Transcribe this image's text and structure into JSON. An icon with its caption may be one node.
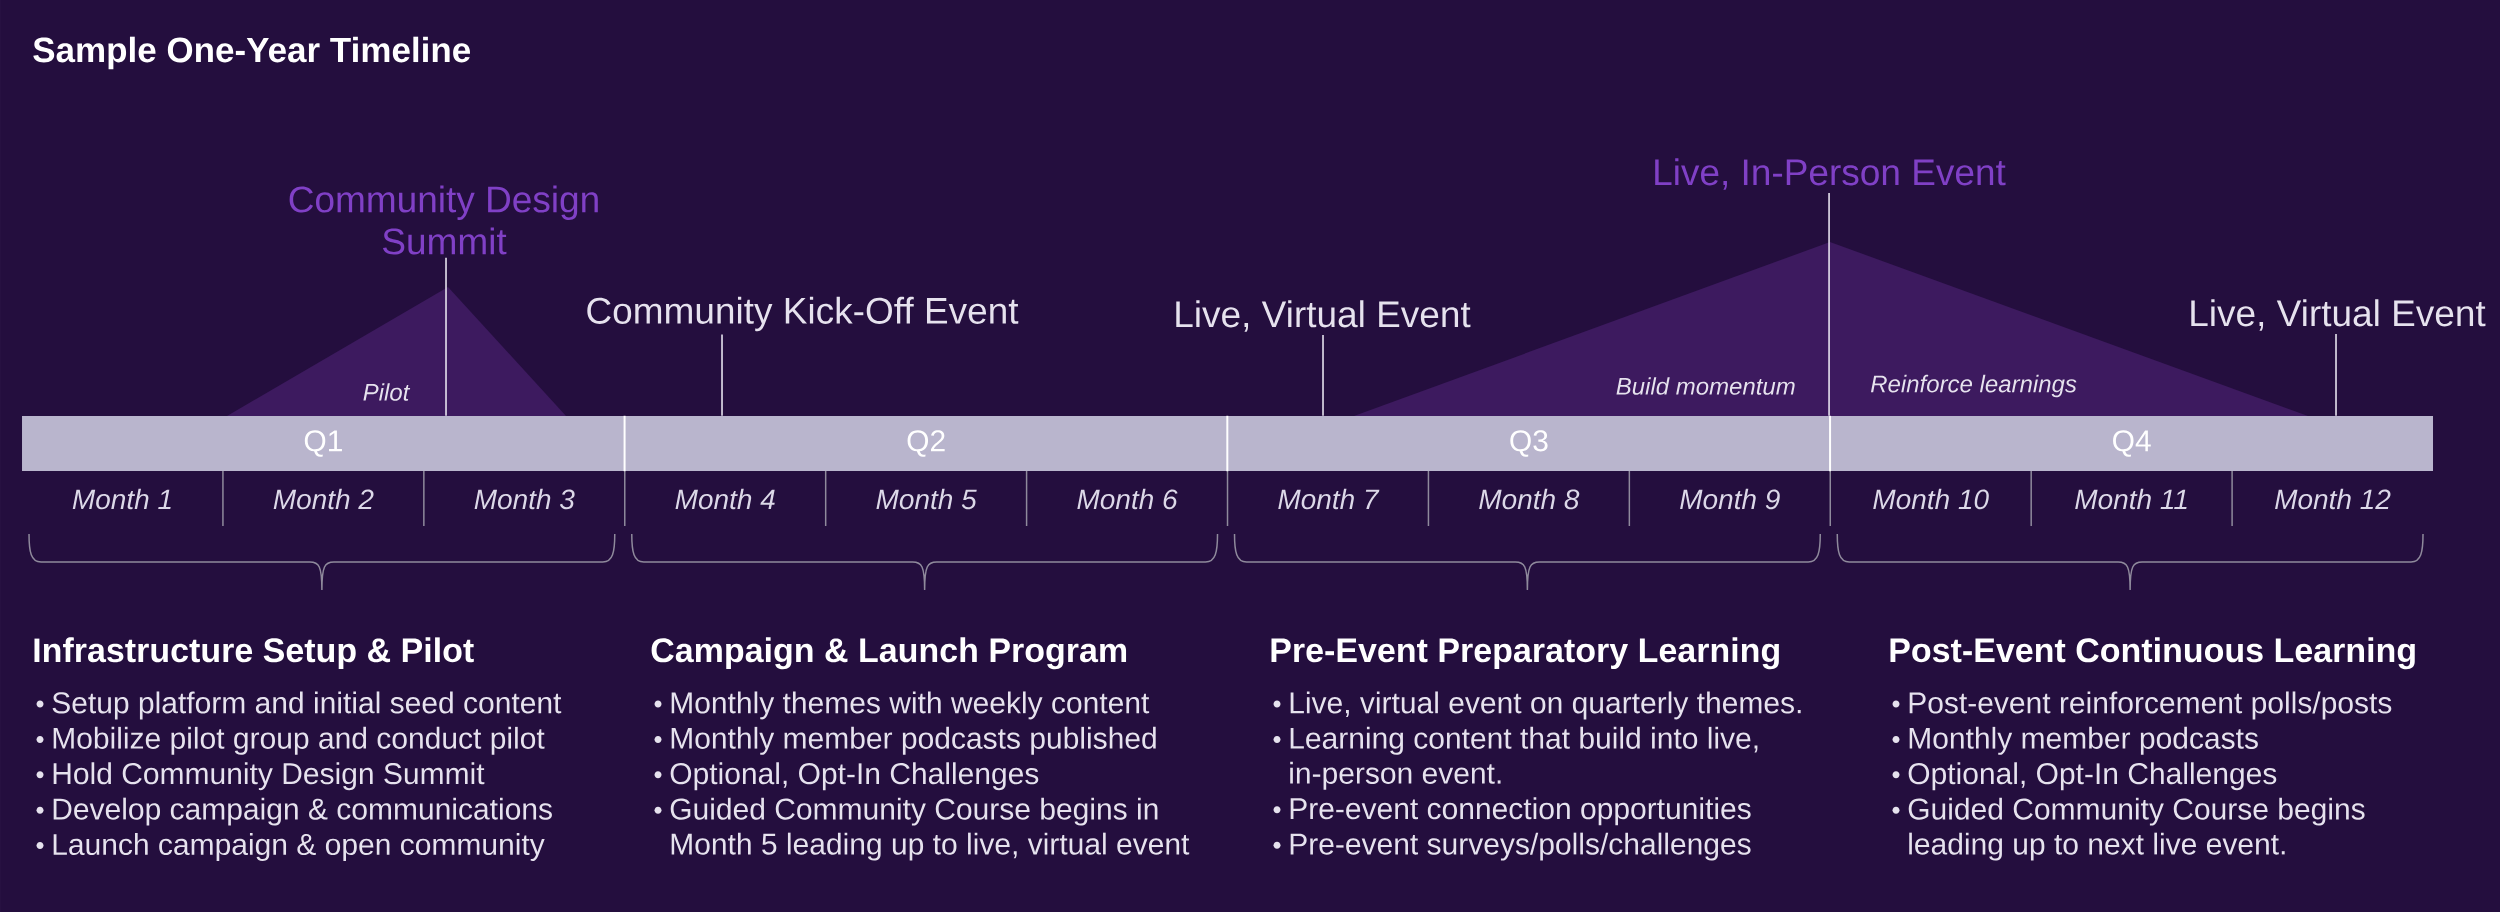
{
  "diagram": {
    "title": "Sample One-Year Timeline",
    "nodes": [
      {
        "text": [
          "Community Design Summit"
        ]
      },
      {
        "text": [
          "Pilot"
        ]
      },
      {
        "text": [
          "Community Kick-Off Event"
        ]
      },
      {
        "text": [
          "Live, Virtual Event"
        ]
      },
      {
        "text": [
          "Live, In-Person Event"
        ]
      },
      {
        "text": [
          "Build momentum",
          "Reinforce learnings"
        ]
      },
      {
        "text": [
          "Live, Virtual Event"
        ]
      },
      {
        "text": [
          "Q1"
        ]
      },
      {
        "text": [
          "Q2"
        ]
      },
      {
        "text": [
          "Q3"
        ]
      },
      {
        "text": [
          "Q4"
        ]
      }
    ],
    "edges": [
      {
        "from": 0,
        "to": 7,
        "arrow": "none"
      },
      {
        "from": 2,
        "to": 8,
        "arrow": "none"
      },
      {
        "from": 3,
        "to": 9,
        "arrow": "none"
      },
      {
        "from": 4,
        "to": 9,
        "arrow": "none"
      },
      {
        "from": 6,
        "to": 10,
        "arrow": "none"
      }
    ],
    "labels": [
      "Month 1",
      "Month 2",
      "Month 3",
      "Month 4",
      "Month 5",
      "Month 6",
      "Month 7",
      "Month 8",
      "Month 9",
      "Month 10",
      "Month 11",
      "Month 12",
      "Infrastructure Setup & Pilot",
      "Setup platform and initial seed content",
      "Mobilize pilot group and conduct pilot",
      "Hold Community Design Summit",
      "Develop campaign & communications",
      "Launch campaign & open community",
      "Campaign & Launch Program",
      "Monthly themes with weekly content",
      "Monthly member podcasts published",
      "Optional, Opt-In Challenges",
      "Guided Community Course begins in Month 5 leading up to live, virtual event",
      "Pre-Event Preparatory Learning",
      "Live, virtual event on quarterly themes.",
      "Learning content that build into live, in-person event.",
      "Pre-event connection opportunities",
      "Pre-event surveys/polls/challenges",
      "Post-Event Continuous Learning",
      "Post-event reinforcement polls/posts",
      "Monthly member podcasts",
      "Optional, Opt-In Challenges",
      "Guided Community Course begins leading up to next live event."
    ]
  }
}
